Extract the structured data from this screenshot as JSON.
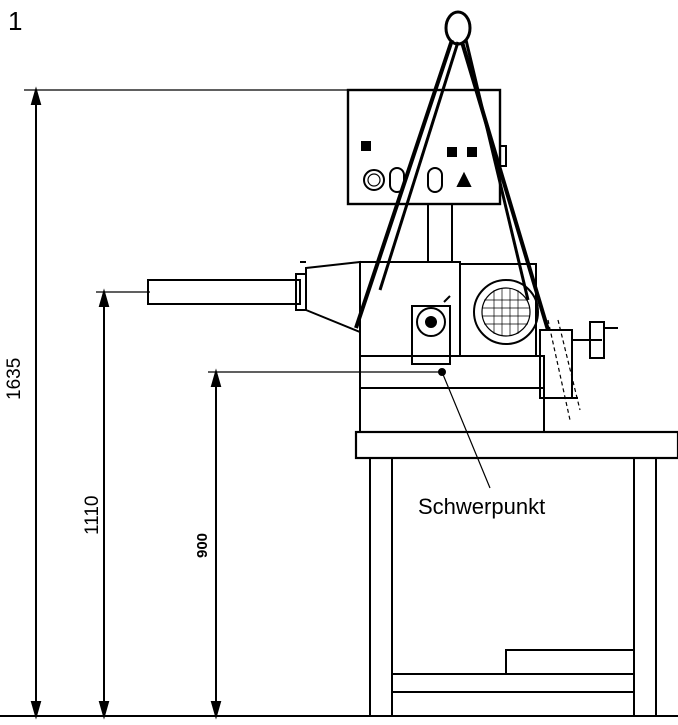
{
  "figure": {
    "number": "1"
  },
  "dimensions": {
    "total_height": "1635",
    "spindle_height": "1110",
    "center_of_gravity_height": "900"
  },
  "annotations": {
    "center_of_gravity": "Schwerpunkt"
  }
}
